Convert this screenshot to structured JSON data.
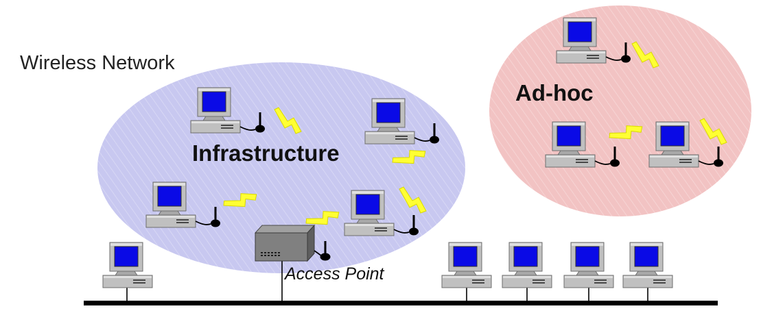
{
  "labels": {
    "title": "Wireless Network",
    "infrastructure": "Infrastructure",
    "adhoc": "Ad-hoc",
    "access_point": "Access Point"
  },
  "colors": {
    "infrastructure_zone": "#c8c8f0",
    "adhoc_zone": "#f2c3c3",
    "monitor_screen": "#0a0ae6",
    "computer_body": "#c0c0c0",
    "signal_bolt": "#ffff33",
    "backbone": "#000000",
    "access_point_body": "#808080"
  },
  "icons": {
    "computer": "desktop-computer-icon",
    "antenna": "antenna-icon",
    "signal": "wireless-signal-icon",
    "access_point": "access-point-device-icon"
  }
}
